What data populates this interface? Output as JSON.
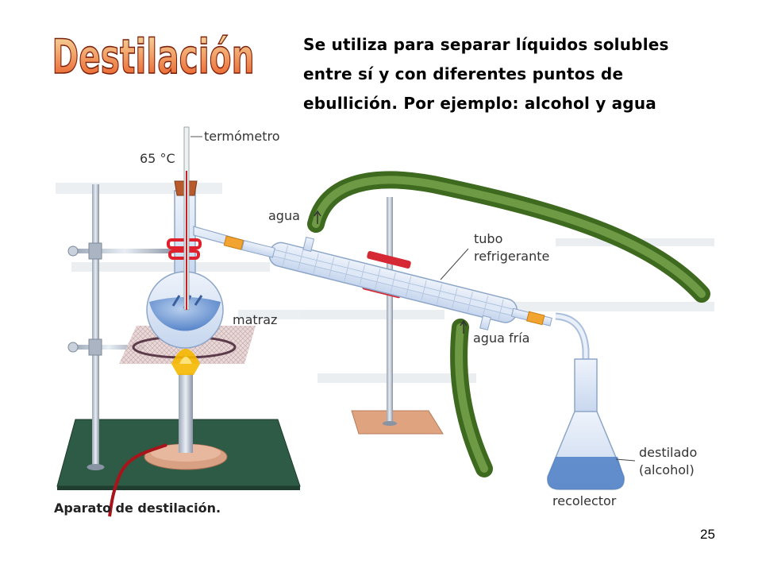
{
  "slide": {
    "title": "Destilación",
    "intro_lines": [
      "Se utiliza para separar líquidos solubles",
      "entre sí y con diferentes puntos de",
      "ebullición. Por ejemplo: alcohol y agua"
    ],
    "page_number": "25"
  },
  "diagram": {
    "labels": {
      "termometro": "termómetro",
      "temperature": "65 °C",
      "agua": "agua",
      "tubo_line1": "tubo",
      "tubo_line2": "refrigerante",
      "matraz": "matraz",
      "agua_fria": "agua fría",
      "destilado_line1": "destilado",
      "destilado_line2": "(alcohol)",
      "recolector": "recolector"
    },
    "caption": "Aparato de destilación."
  },
  "colors": {
    "title_fill_top": "#f6e2a8",
    "title_fill_bottom": "#e8501c",
    "hose": "#4f7d2a",
    "base": "#2e5b45",
    "clamp": "#e0202c",
    "liquid": "#5a86c8"
  }
}
